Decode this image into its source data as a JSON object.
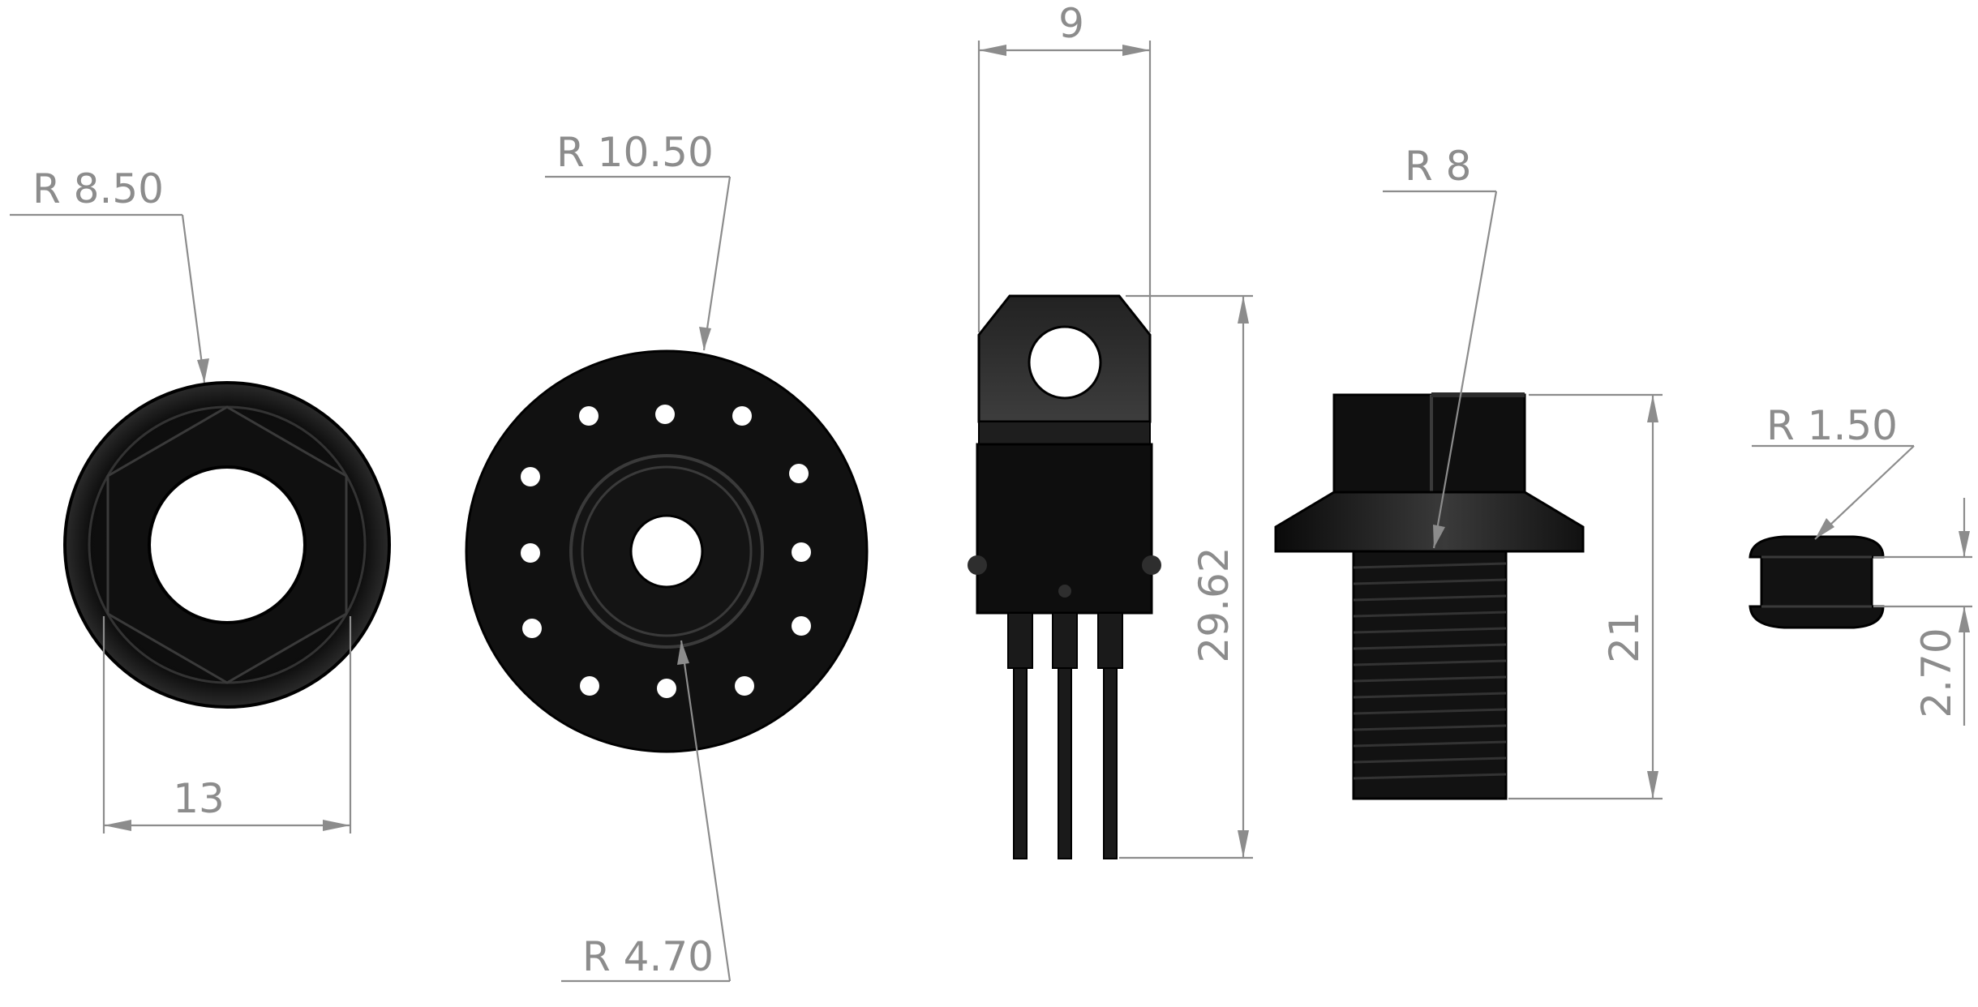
{
  "diagram": {
    "dimensions": {
      "nut_radius": "R 8.50",
      "nut_width": "13",
      "disk_outer_radius": "R 10.50",
      "disk_inner_radius": "R 4.70",
      "regulator_width": "9",
      "regulator_height": "29.62",
      "screw_radius": "R 8",
      "screw_height": "21",
      "grommet_radius": "R 1.50",
      "grommet_height": "2.70"
    },
    "colors": {
      "part_fill": "#111111",
      "dimension": "#8c8c8c",
      "background": "#ffffff"
    }
  }
}
